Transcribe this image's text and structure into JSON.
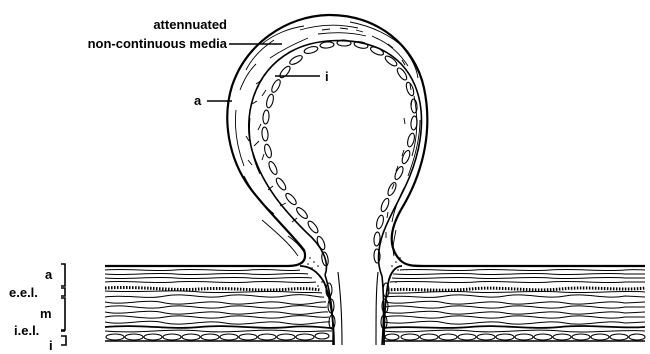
{
  "figure": {
    "labels": {
      "media_line1": "attennuated",
      "media_line2": "non-continuous media",
      "adventitia_aneurysm": "a",
      "intima_aneurysm": "i",
      "adventitia": "a",
      "eel": "e.e.l.",
      "media": "m",
      "iel": "i.e.l.",
      "intima": "i"
    }
  },
  "colors": {
    "ink": "#000000",
    "background": "#ffffff"
  }
}
